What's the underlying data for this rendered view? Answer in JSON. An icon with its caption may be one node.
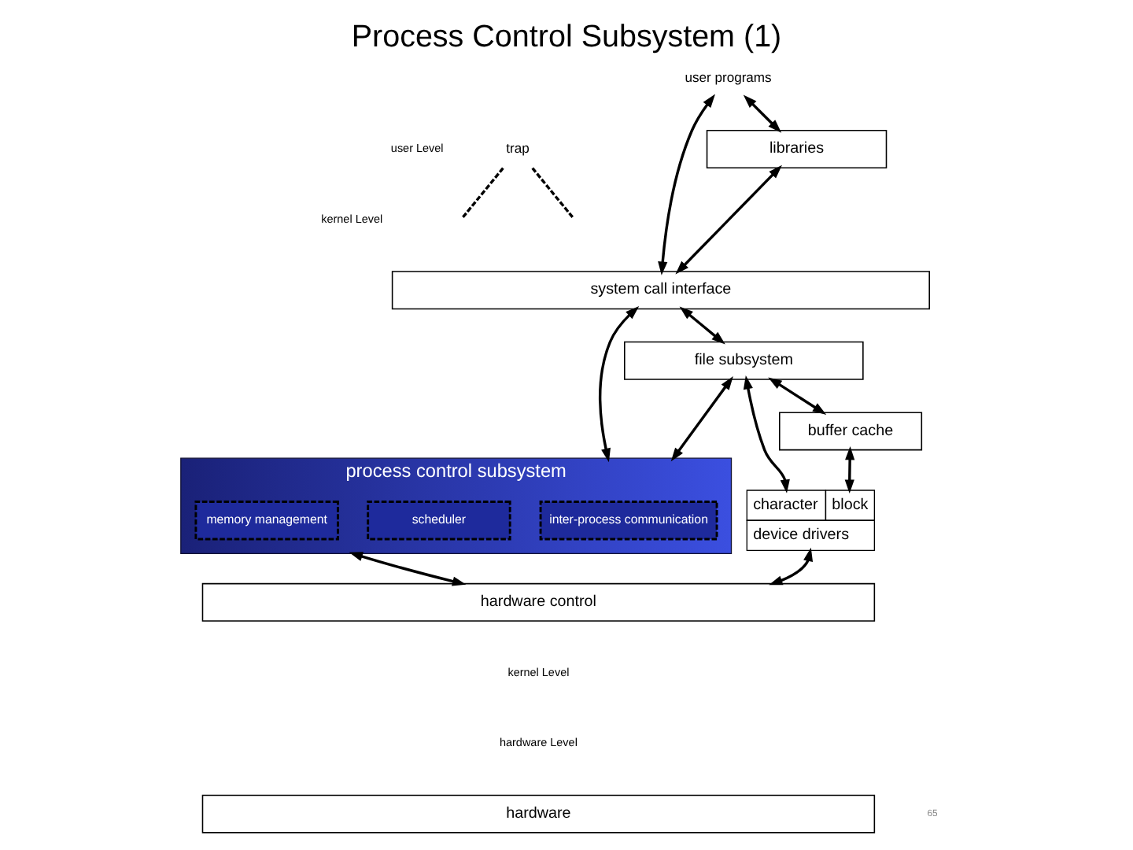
{
  "diagram": {
    "title": "Process Control Subsystem (1)",
    "nodes": [
      {
        "text": [
          "user programs"
        ]
      },
      {
        "text": [
          "trap"
        ]
      },
      {
        "text": [
          "libraries"
        ]
      },
      {
        "text": [
          "system call interface"
        ]
      },
      {
        "text": [
          "file subsystem"
        ]
      },
      {
        "text": [
          "process control subsystem"
        ]
      },
      {
        "text": [
          "inter-process communication"
        ],
        "in": 5
      },
      {
        "text": [
          "scheduler"
        ],
        "in": 5
      },
      {
        "text": [
          "memory management"
        ],
        "in": 5
      },
      {
        "text": [
          "buffer cache"
        ]
      },
      {
        "text": [
          "character",
          "block",
          "device drivers"
        ]
      },
      {
        "text": [
          "hardware control"
        ]
      },
      {
        "text": [
          "hardware"
        ]
      }
    ],
    "edges": [
      {
        "from": 0,
        "to": 2,
        "arrow": "both"
      },
      {
        "from": 0,
        "to": 3,
        "arrow": "both"
      },
      {
        "from": 1,
        "to": null,
        "arrow": "none",
        "style": "dashed"
      },
      {
        "from": 1,
        "to": null,
        "arrow": "none",
        "style": "dashed"
      },
      {
        "from": 2,
        "to": 3,
        "arrow": "both"
      },
      {
        "from": 3,
        "to": 4,
        "arrow": "both"
      },
      {
        "from": 3,
        "to": 5,
        "arrow": "both"
      },
      {
        "from": 4,
        "to": 9,
        "arrow": "both"
      },
      {
        "from": 4,
        "to": 10,
        "arrow": "both"
      },
      {
        "from": 4,
        "to": 5,
        "arrow": "both"
      },
      {
        "from": 9,
        "to": 10,
        "arrow": "both"
      },
      {
        "from": 10,
        "to": 11,
        "arrow": "both"
      },
      {
        "from": 5,
        "to": 11,
        "arrow": "both"
      }
    ],
    "labels": [
      "user Level",
      "kernel Level",
      "kernel Level",
      "hardware Level",
      "65"
    ]
  }
}
